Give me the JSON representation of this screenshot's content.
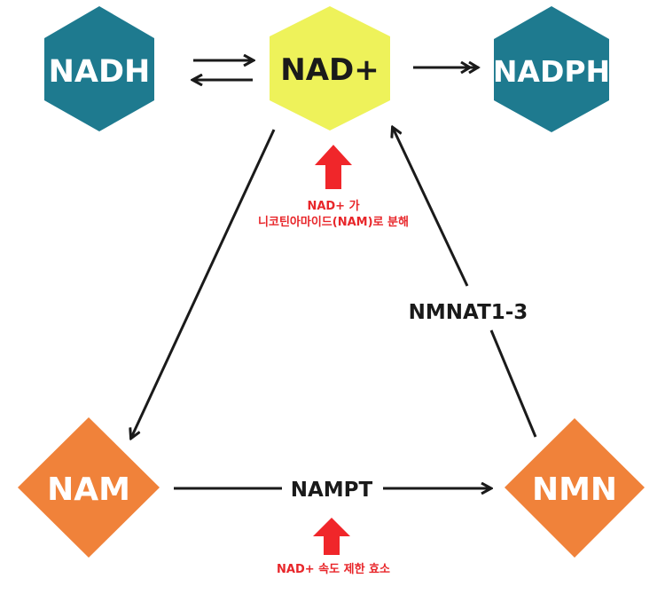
{
  "nodes": {
    "nadh": {
      "label": "NADH",
      "color": "#1e7a8f"
    },
    "nad": {
      "label": "NAD+",
      "color": "#eef25a"
    },
    "nadph": {
      "label": "NADPH",
      "color": "#1e7a8f"
    },
    "nam": {
      "label": "NAM",
      "color": "#f0823a"
    },
    "nmn": {
      "label": "NMN",
      "color": "#f0823a"
    }
  },
  "enzymes": {
    "nampt": "NAMPT",
    "nmnat": "NMNAT1-3"
  },
  "notes": {
    "nad_breakdown_line1": "NAD+ 가",
    "nad_breakdown_line2": "니코틴아마이드(NAM)로 분해",
    "rate_limiting": "NAD+ 속도 제한 효소"
  },
  "colors": {
    "arrow": "#1a1a1a",
    "highlight_arrow": "#f0262a",
    "note_text": "#e8262a",
    "teal_text": "#ffffff",
    "orange_text": "#ffffff",
    "yellow_text": "#1a1a1a"
  }
}
